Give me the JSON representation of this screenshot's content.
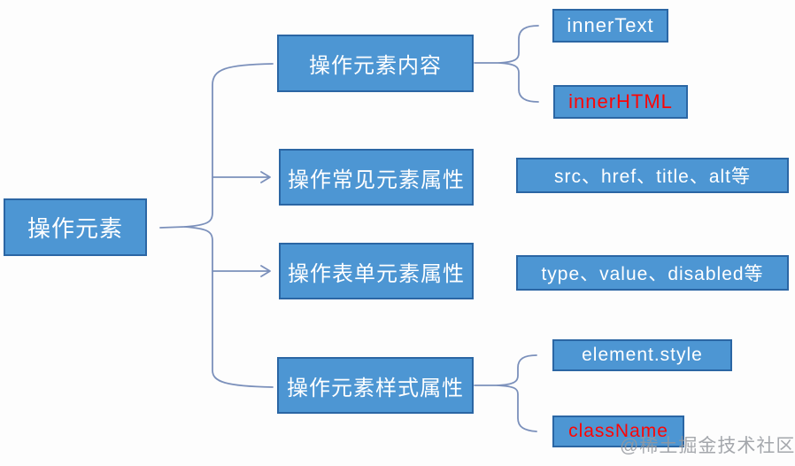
{
  "diagram": {
    "title_hint": "DOM 操作元素 mind map",
    "root": {
      "label": "操作元素"
    },
    "branches": [
      {
        "label": "操作元素内容",
        "children": [
          {
            "label": "innerText",
            "text_color": "white"
          },
          {
            "label": "innerHTML",
            "text_color": "red"
          }
        ]
      },
      {
        "label": "操作常见元素属性",
        "children": [
          {
            "label": "src、href、title、alt等",
            "text_color": "white"
          }
        ]
      },
      {
        "label": "操作表单元素属性",
        "children": [
          {
            "label": "type、value、disabled等",
            "text_color": "white"
          }
        ]
      },
      {
        "label": "操作元素样式属性",
        "children": [
          {
            "label": "element.style",
            "text_color": "white"
          },
          {
            "label": "className",
            "text_color": "red"
          }
        ]
      }
    ],
    "watermark": "@稀土掘金技术社区",
    "colors": {
      "box_fill": "#4d96d3",
      "box_border": "#2b66a4",
      "connector": "#7b90bb",
      "text_white": "#ffffff",
      "text_red": "#fe0505",
      "watermark": "#94989e",
      "background": "#fdfdfd"
    }
  }
}
